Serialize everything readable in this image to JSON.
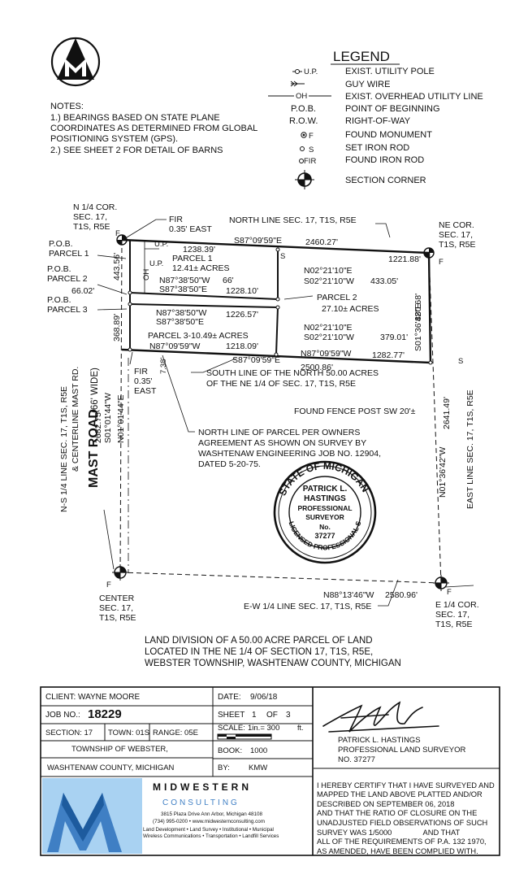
{
  "legend": {
    "title": "LEGEND",
    "items": [
      {
        "symbol": "-o- U.P.",
        "desc": "EXIST. UTILITY POLE"
      },
      {
        "symbol": "",
        "desc": "GUY WIRE"
      },
      {
        "symbol": "OH",
        "desc": "EXIST. OVERHEAD UTILITY LINE"
      },
      {
        "symbol": "P.O.B.",
        "desc": "POINT OF BEGINNING"
      },
      {
        "symbol": "R.O.W.",
        "desc": "RIGHT-OF-WAY"
      },
      {
        "symbol": "F",
        "desc": "FOUND MONUMENT"
      },
      {
        "symbol": "S",
        "desc": "SET IRON ROD"
      },
      {
        "symbol": "FIR",
        "desc": "FOUND IRON ROD"
      },
      {
        "symbol": "",
        "desc": "SECTION CORNER"
      }
    ]
  },
  "notes": {
    "title": "NOTES:",
    "lines": [
      "1.) BEARINGS BASED ON STATE PLANE",
      "COORDINATES AS DETERMINED FROM GLOBAL",
      "POSITIONING SYSTEM (GPS).",
      "2.) SEE SHEET 2 FOR DETAIL OF BARNS"
    ]
  },
  "labels": {
    "n_quarter_cor": [
      "N 1/4 COR.",
      "SEC. 17,",
      "T1S, R5E"
    ],
    "fir_top": [
      "FIR",
      "0.35' EAST"
    ],
    "north_line": "NORTH LINE SEC. 17, T1S, R5E",
    "ne_cor": [
      "NE COR.",
      "SEC. 17,",
      "T1S, R5E"
    ],
    "pob1": [
      "P.O.B.",
      "PARCEL 1"
    ],
    "pob2": [
      "P.O.B.",
      "PARCEL 2"
    ],
    "pob3": [
      "P.O.B.",
      "PARCEL 3"
    ],
    "d_66_02": "66.02'",
    "top_bearing": "S87°09'59\"E",
    "top_dist": "2460.27'",
    "d_1238_39": "1238.39'",
    "d_1221_88": "1221.88'",
    "parcel1": [
      "PARCEL 1",
      "12.41± ACRES"
    ],
    "d_443_56": "443.56'",
    "b_n87_66": "N87°38'50\"W",
    "d_66": "66'",
    "b_s87_1228": "S87°38'50\"E",
    "d_1228_10": "1228.10'",
    "b_n02_a": "N02°21'10\"E",
    "b_s02_433": "S02°21'10\"W",
    "d_433_05": "433.05'",
    "parcel2": [
      "PARCEL 2",
      "27.10± ACRES"
    ],
    "b_n87_1226": "N87°38'50\"W",
    "d_1226_57": "1226.57'",
    "b_s87_1226": "S87°38'50\"E",
    "d_368_89": "368.89'",
    "parcel3": "PARCEL 3-10.49± ACRES",
    "b_n02_b": "N02°21'10\"E",
    "b_s02_379": "S02°21'10\"W",
    "d_379_01": "379.01'",
    "b_n87_1218": "N87°09'59\"W",
    "d_1218_09": "1218.09'",
    "b_n87_1282": "N87°09'59\"W",
    "d_1282_77": "1282.77'",
    "b_s87_2500": "S87°09'59\"E",
    "d_2500_86": "2500.86'",
    "d_7_38": "7.38'",
    "fir_bottom": [
      "FIR",
      "0.35'",
      "EAST"
    ],
    "b_s01_880": "S01°36'42\"E",
    "d_880_68": "880.68'",
    "south_line": [
      "SOUTH LINE OF THE NORTH 50.00 ACRES",
      "OF THE NE 1/4 OF SEC. 17, T1S, R5E"
    ],
    "fence_post": "FOUND FENCE POST SW 20'±",
    "north_line_parcel": [
      "NORTH LINE OF PARCEL PER OWNERS",
      "AGREEMENT AS SHOWN ON SURVEY BY",
      "WASHTENAW ENGINEERING JOB NO. 12904,",
      "DATED 5-20-75."
    ],
    "mast_road": [
      "MAST ROAD",
      "(66' WIDE)"
    ],
    "ns_line": [
      "N-S 1/4 LINE SEC. 17, T1S, R5E",
      "& CENTERLINE MAST RD."
    ],
    "b_s01_2682": "S01°01'44\"W",
    "b_n01_2682": "N01°01'44\"E",
    "d_2682_75": "2682.75'",
    "b_n01_2641": "N01°36'42\"W",
    "d_2641_49": "2641.49'",
    "east_line": "EAST LINE SEC. 17, T1S, R5E",
    "seal": {
      "top": "STATE OF MICHIGAN",
      "name1": "PATRICK L.",
      "name2": "HASTINGS",
      "title1": "PROFESSIONAL",
      "title2": "SURVEYOR",
      "no": "No.",
      "num": "37277",
      "bottom": "LICENSED PROFESSIONAL SURVEYOR"
    },
    "b_n88": "N88°13'46\"W",
    "d_2580_96": "2580.96'",
    "ew_line": "E-W 1/4 LINE SEC. 17, T1S, R5E",
    "center": [
      "CENTER",
      "SEC. 17,",
      "T1S, R5E"
    ],
    "e_quarter_cor": [
      "E 1/4 COR.",
      "SEC. 17,",
      "T1S, R5E"
    ],
    "up": "U.P.",
    "oh": "OH",
    "s": "S",
    "f": "F"
  },
  "description": [
    "LAND DIVISION OF A 50.00 ACRE PARCEL OF LAND",
    "LOCATED IN THE NE 1/4 OF SECTION 17, T1S, R5E,",
    "WEBSTER TOWNSHIP, WASHTENAW COUNTY, MICHIGAN"
  ],
  "title_block": {
    "client": "CLIENT:  WAYNE MOORE",
    "job_label": "JOB NO.:",
    "job_no": "18229",
    "section": "SECTION: 17",
    "town": "TOWN: 01S",
    "range": "RANGE: 05E",
    "township": "TOWNSHIP OF WEBSTER,",
    "county": "WASHTENAW COUNTY,  MICHIGAN",
    "date_label": "DATE:",
    "date": "9/06/18",
    "sheet_label": "SHEET",
    "sheet": "1",
    "sheet_of": "OF",
    "sheet_total": "3",
    "scale_label": "SCALE:",
    "scale": "1in.=  300",
    "scale_unit": "ft.",
    "book_label": "BOOK:",
    "book": "1000",
    "by_label": "BY:",
    "by": "KMW",
    "surveyor_name": "PATRICK L. HASTINGS",
    "surveyor_title": "PROFESSIONAL LAND SURVEYOR",
    "surveyor_no": "NO. 37277",
    "cert": [
      "I HEREBY CERTIFY THAT I HAVE SURVEYED AND",
      "MAPPED THE LAND ABOVE PLATTED AND/OR",
      "DESCRIBED ON SEPTEMBER 06, 2018",
      "AND THAT THE RATIO OF CLOSURE ON THE",
      "UNADJUSTED FIELD OBSERVATIONS OF SUCH",
      "SURVEY WAS 1/5000               AND THAT",
      "ALL OF THE REQUIREMENTS OF P.A. 132 1970,",
      "AS AMENDED, HAVE BEEN COMPLIED WITH."
    ]
  },
  "company": {
    "name": "MIDWESTERN",
    "sub": "CONSULTING",
    "address": "3815 Plaza Drive  Ann Arbor, Michigan 48108",
    "phone": "(734) 995-0200 • www.midwesternconsulting.com",
    "services1": "Land Development • Land Survey • Institutional • Municipal",
    "services2": "Wireless Communications • Transportation • Landfill Services"
  },
  "colors": {
    "ink": "#111111",
    "logo_blue": "#3f7fc4",
    "logo_light": "#a9d2f2",
    "logo_dark": "#1d5b9e"
  }
}
